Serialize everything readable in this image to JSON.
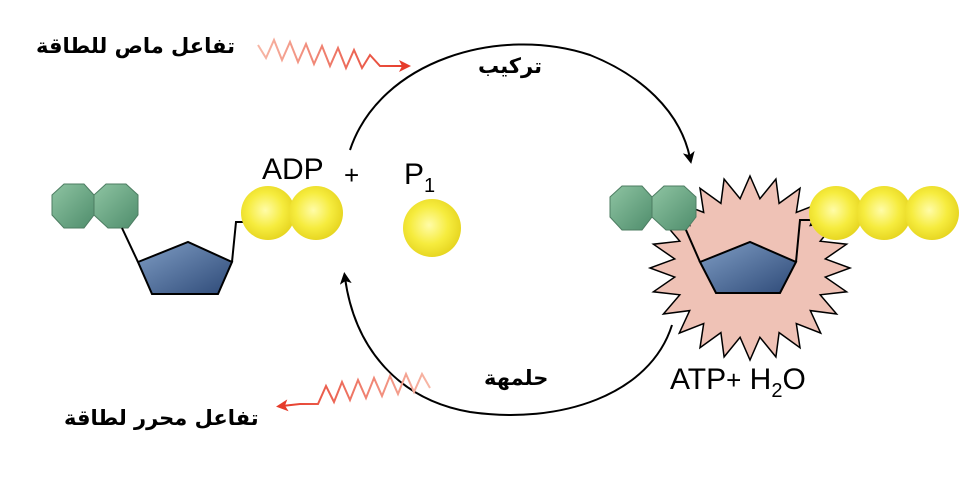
{
  "labels": {
    "endergonic": "تفاعل ماص للطاقة",
    "synthesis": "تركيب",
    "hydrolysis": "حلمهة",
    "exergonic": "تفاعل محرر لطاقة",
    "adp": "ADP",
    "plus_left": "+",
    "phosphate": "P",
    "phosphate_sub": "1",
    "atp": "ATP",
    "plus_right": "+",
    "water_h": "H",
    "water_sub": "2",
    "water_o": "O"
  },
  "colors": {
    "adenine": "#6fa88a",
    "ribose": "#4a6691",
    "phosphate": "#f5ea3d",
    "energy_burst": "#efc2b6",
    "energy_wave": "#e8412f"
  }
}
